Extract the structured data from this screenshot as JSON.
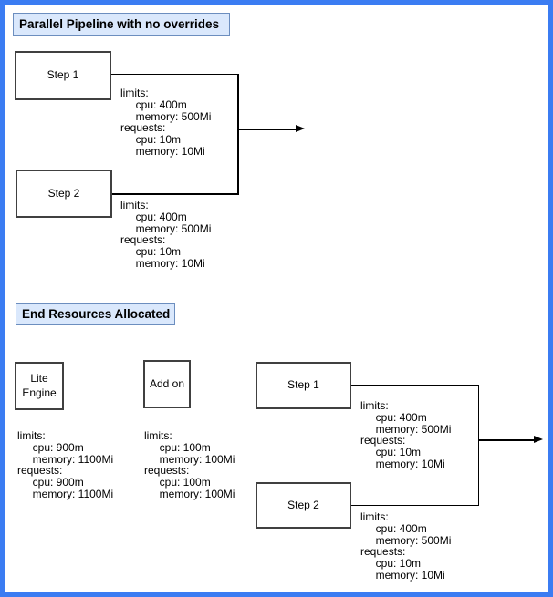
{
  "diagram": {
    "top": {
      "title": "Parallel Pipeline with no overrides",
      "step1": {
        "label": "Step 1",
        "resources": "limits:\n     cpu: 400m\n     memory: 500Mi\nrequests:\n     cpu: 10m\n     memory: 10Mi"
      },
      "step2": {
        "label": "Step 2",
        "resources": "limits:\n     cpu: 400m\n     memory: 500Mi\nrequests:\n     cpu: 10m\n     memory: 10Mi"
      }
    },
    "bottom": {
      "title": "End Resources Allocated",
      "lite_engine": {
        "label": "Lite Engine",
        "resources": "limits:\n     cpu: 900m\n     memory: 1100Mi\nrequests:\n     cpu: 900m\n     memory: 1100Mi"
      },
      "add_on": {
        "label": "Add on",
        "resources": "limits:\n     cpu: 100m\n     memory: 100Mi\nrequests:\n     cpu: 100m\n     memory: 100Mi"
      },
      "step1": {
        "label": "Step 1",
        "resources": "limits:\n     cpu: 400m\n     memory: 500Mi\nrequests:\n     cpu: 10m\n     memory: 10Mi"
      },
      "step2": {
        "label": "Step 2",
        "resources": "limits:\n     cpu: 400m\n     memory: 500Mi\nrequests:\n     cpu: 10m\n     memory: 10Mi"
      }
    },
    "colors": {
      "selection_frame": "#3b7cf2",
      "label_fill": "#dae8fc",
      "label_border": "#6c8ebf",
      "node_border": "#404040",
      "connector": "#000000"
    }
  }
}
